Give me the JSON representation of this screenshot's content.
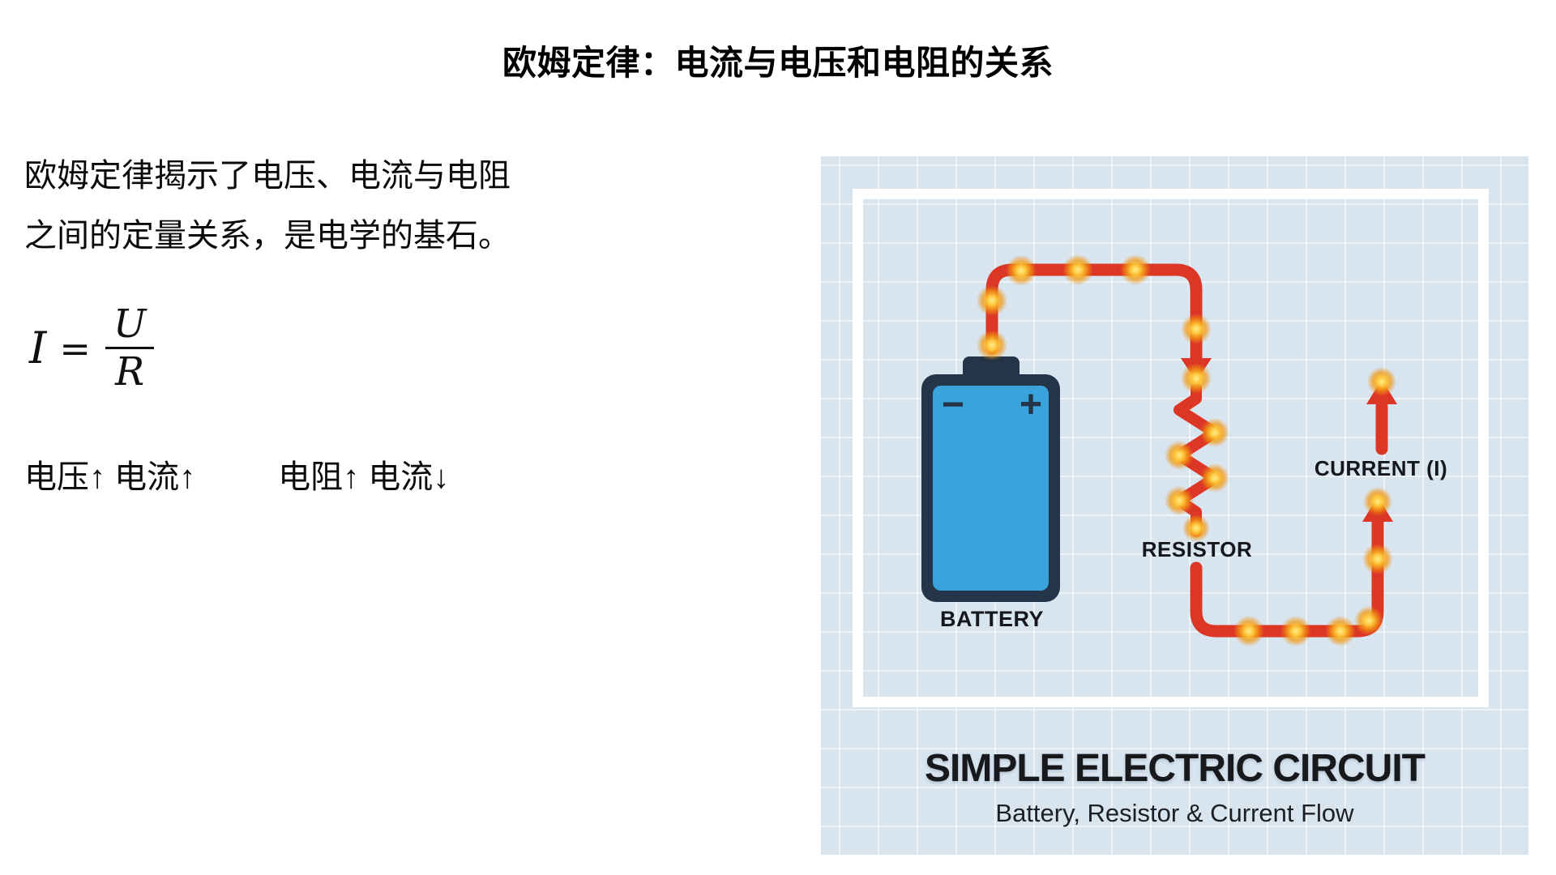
{
  "page": {
    "title": "欧姆定律：电流与电压和电阻的关系"
  },
  "article": {
    "paragraph_lines": [
      "欧姆定律揭示了电压、电流与电阻",
      "之间的定量关系，是电学的基石。"
    ],
    "formula": {
      "lhs": "I",
      "eq": "=",
      "numerator": "U",
      "denominator": "R"
    },
    "relations": [
      "电压↑ 电流↑",
      "电阻↑ 电流↓"
    ]
  },
  "illustration": {
    "labels": {
      "battery": "BATTERY",
      "resistor": "RESISTOR",
      "current": "CURRENT (I)"
    },
    "battery": {
      "minus": "−",
      "plus": "+"
    },
    "caption_title": "SIMPLE ELECTRIC CIRCUIT",
    "caption_subtitle": "Battery, Resistor & Current Flow",
    "colors": {
      "panel_bg": "#d8e4ee",
      "grid_line": "#edf3f8",
      "frame": "#ffffff",
      "wire_red": "#dc3726",
      "glow_yellow": "#ffc83c",
      "battery_fill": "#3aa3dc",
      "battery_dark": "#243449",
      "label_text": "#15171c"
    }
  }
}
